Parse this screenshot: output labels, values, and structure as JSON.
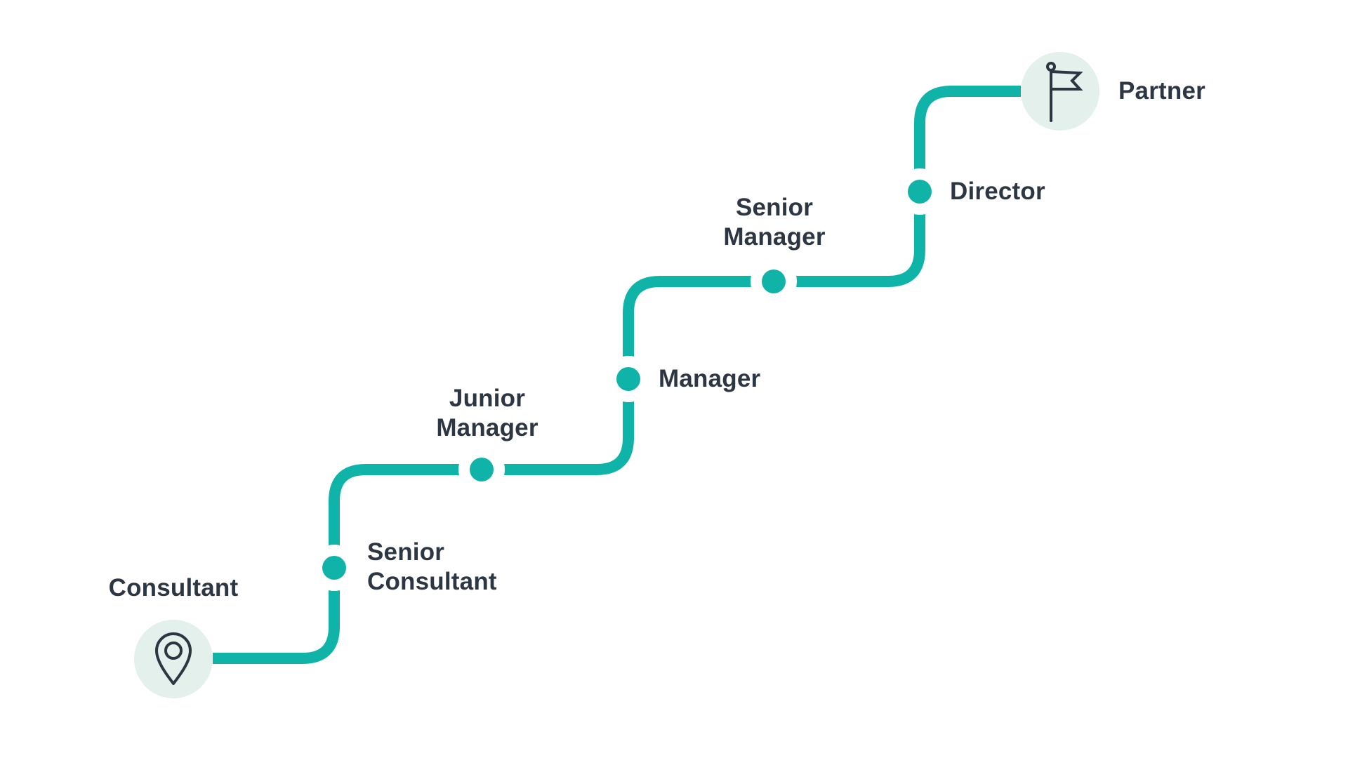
{
  "diagram": {
    "stations": [
      {
        "id": "consultant",
        "label": "Consultant",
        "node": "start-pin"
      },
      {
        "id": "senior-consultant",
        "label": "Senior\nConsultant",
        "node": "dot"
      },
      {
        "id": "junior-manager",
        "label": "Junior\nManager",
        "node": "dot"
      },
      {
        "id": "manager",
        "label": "Manager",
        "node": "dot"
      },
      {
        "id": "senior-manager",
        "label": "Senior\nManager",
        "node": "dot"
      },
      {
        "id": "director",
        "label": "Director",
        "node": "dot"
      },
      {
        "id": "partner",
        "label": "Partner",
        "node": "end-flag"
      }
    ],
    "icons": {
      "start": "location-pin-icon",
      "end": "flag-icon"
    },
    "colors": {
      "path": "#0FB3A8",
      "node_fill": "#E3F0EB",
      "icon_stroke": "#2B3642",
      "text": "#2D3643",
      "background": "#FFFFFF"
    }
  }
}
